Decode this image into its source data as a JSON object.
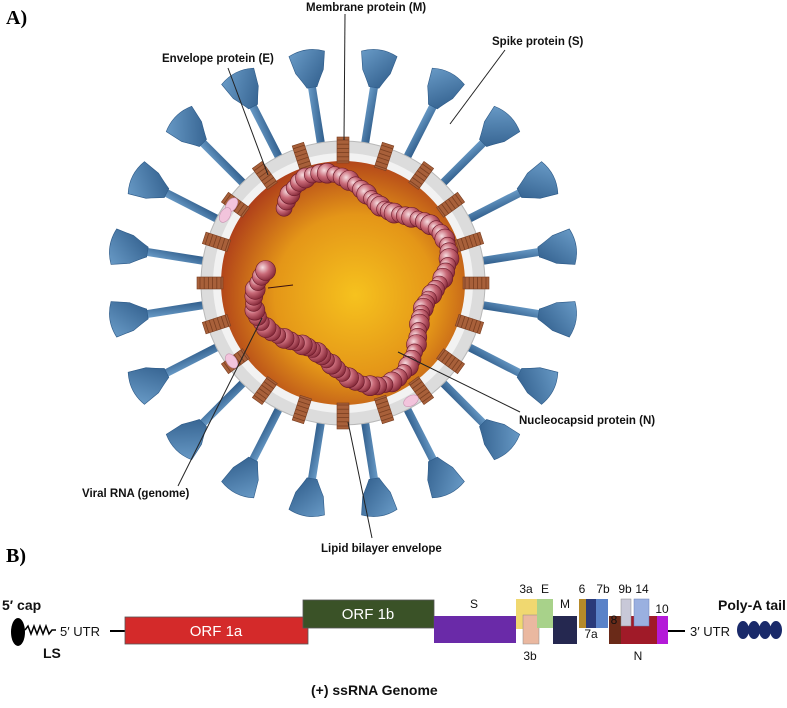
{
  "panel_a": {
    "label": "A)",
    "callouts": {
      "membrane": "Membrane protein (M)",
      "envelope": "Envelope protein (E)",
      "spike": "Spike protein (S)",
      "nucleocapsid": "Nucleocapsid protein (N)",
      "rna": "Viral RNA (genome)",
      "lipid": "Lipid bilayer envelope"
    }
  },
  "panel_b": {
    "label": "B)",
    "cap": "5′ cap",
    "ls": "LS",
    "utr5": "5′ UTR",
    "utr3": "3′ UTR",
    "polya": "Poly-A tail",
    "genome_title": "(+) ssRNA Genome",
    "genes": {
      "orf1a": "ORF 1a",
      "orf1b": "ORF 1b",
      "s": "S",
      "g3a": "3a",
      "g3b": "3b",
      "e": "E",
      "m": "M",
      "g6": "6",
      "g7a": "7a",
      "g7b": "7b",
      "g8": "8",
      "g9b": "9b",
      "g14": "14",
      "n": "N",
      "g10": "10"
    }
  },
  "colors": {
    "orf1a": "#d42a2a",
    "orf1b": "#3a5227",
    "s": "#6a2aa8",
    "g3a": "#f0d870",
    "g3b": "#eab8a0",
    "e": "#a8d28a",
    "m": "#252850",
    "g6": "#b68a2a",
    "g7a": "#2a3a7a",
    "g7b": "#5a82c8",
    "g8": "#6a2a18",
    "g9b": "#c8c8d8",
    "g14": "#9ab0e0",
    "n": "#a01a28",
    "g10": "#b41ad8",
    "spike": "#3f6fa0",
    "membrane_protein": "#a8603a",
    "envelope_protein": "#f2c4dc",
    "rna_bead": "#b04a5a"
  }
}
